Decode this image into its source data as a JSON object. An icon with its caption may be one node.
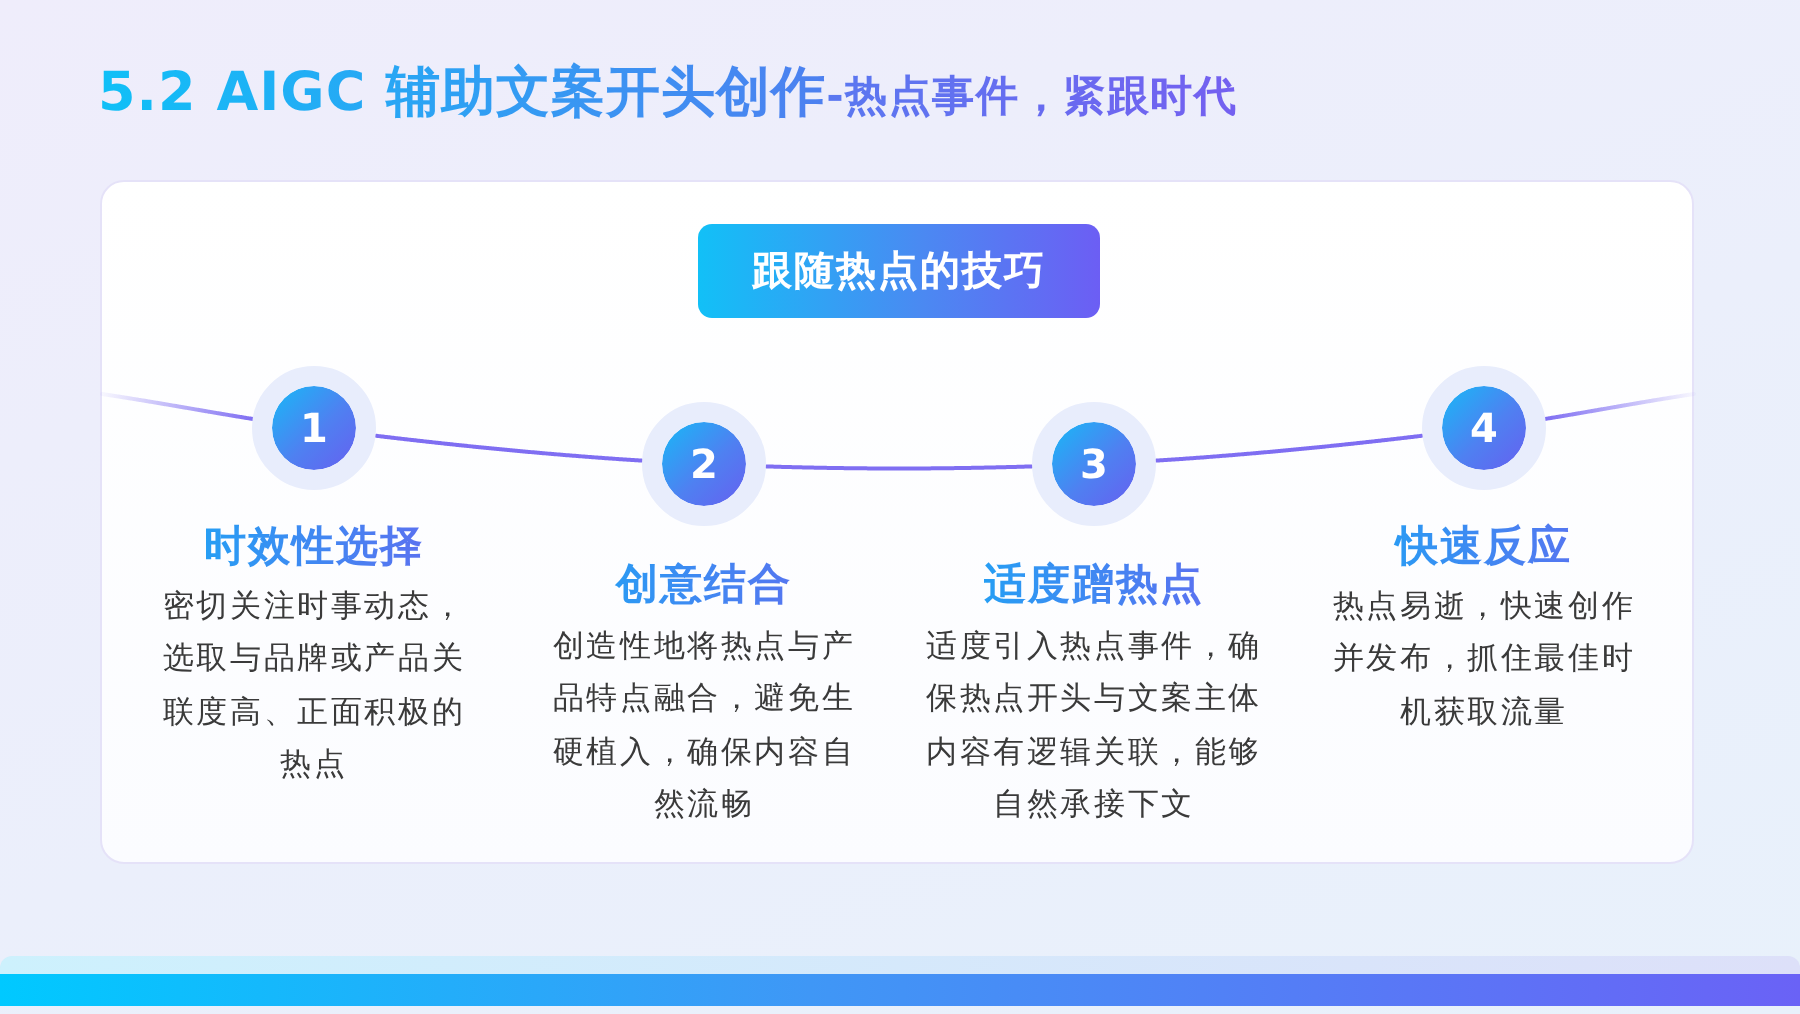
{
  "diagram": {
    "title": "5.2 AIGC 辅助文案开头创作",
    "nodes": [
      {
        "text": [],
        "shape": "box"
      },
      {
        "text": [
          "跟随热点的技巧"
        ],
        "in": 0
      },
      {
        "text": [
          "1"
        ],
        "beside": [
          "时效性选择",
          "密切关注时事动态，选取与品牌或产品关联度高、正面积极的热点"
        ],
        "in": 0
      },
      {
        "text": [
          "2"
        ],
        "beside": [
          "创意结合",
          "创造性地将热点与产品特点融合，避免生硬植入，确保内容自然流畅"
        ],
        "in": 0
      },
      {
        "text": [
          "3"
        ],
        "beside": [
          "适度蹭热点",
          "适度引入热点事件，确保热点开头与文案主体内容有逻辑关联，能够自然承接下文"
        ],
        "in": 0
      },
      {
        "text": [
          "4"
        ],
        "beside": [
          "快速反应",
          "热点易逝，快速创作并发布，抓住最佳时机获取流量"
        ],
        "in": 0
      }
    ],
    "edges": [
      {
        "from": null,
        "to": 2,
        "arrow": "none"
      },
      {
        "from": 2,
        "to": 3,
        "arrow": "none"
      },
      {
        "from": 3,
        "to": 4,
        "arrow": "none"
      },
      {
        "from": 4,
        "to": 5,
        "arrow": "none"
      },
      {
        "from": 5,
        "to": null,
        "arrow": "none"
      }
    ],
    "labels": [
      "-热点事件，紧跟时代"
    ]
  }
}
